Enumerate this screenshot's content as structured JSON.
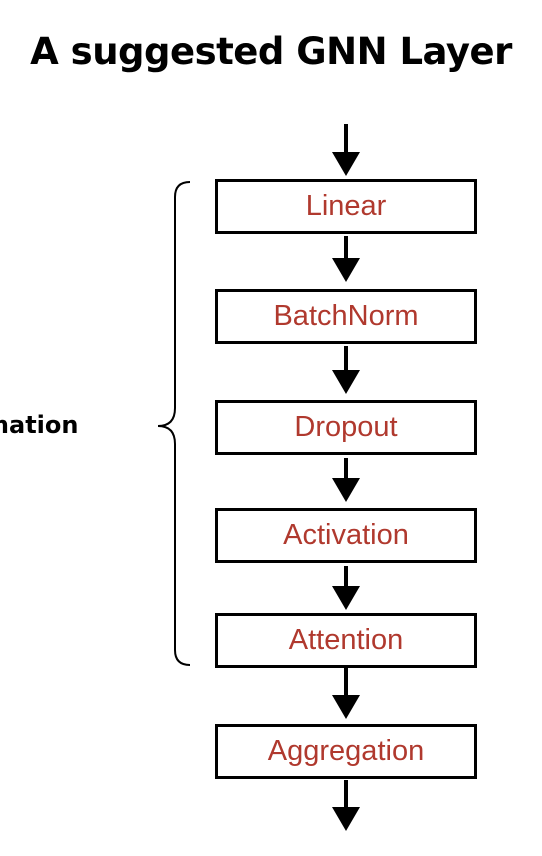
{
  "title": "A suggested GNN Layer",
  "side_label": "mation",
  "layer_text_color": "#b0392e",
  "layers": [
    {
      "label": "Linear"
    },
    {
      "label": "BatchNorm"
    },
    {
      "label": "Dropout"
    },
    {
      "label": "Activation"
    },
    {
      "label": "Attention"
    },
    {
      "label": "Aggregation"
    }
  ]
}
